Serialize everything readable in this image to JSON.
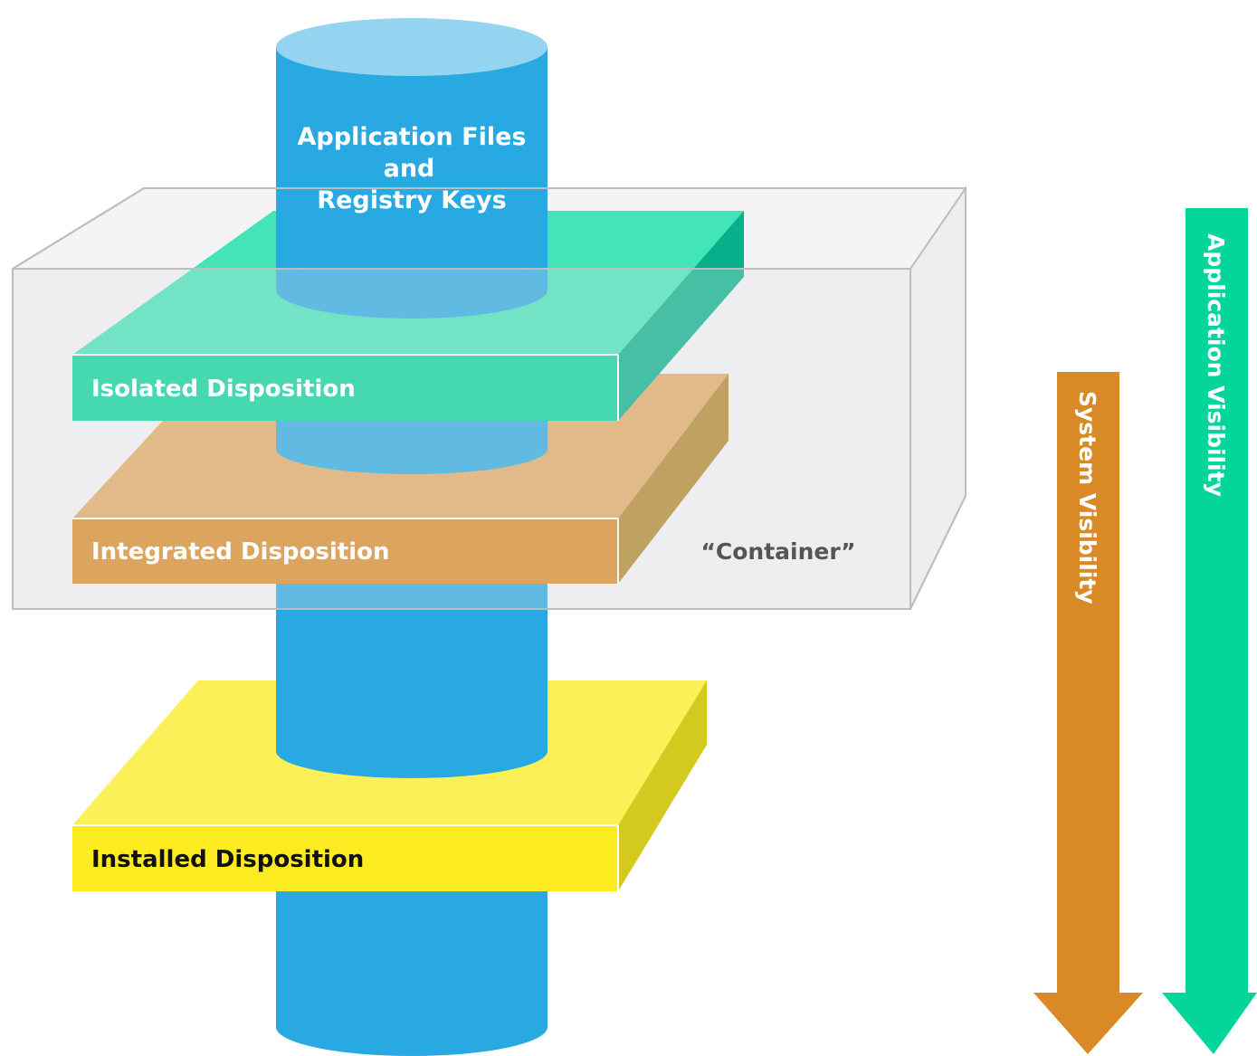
{
  "cylinder": {
    "label_lines": [
      "Application Files",
      "and",
      "Registry Keys"
    ]
  },
  "container": {
    "label": "“Container”"
  },
  "layers": {
    "isolated": {
      "label": "Isolated Disposition"
    },
    "integrated": {
      "label": "Integrated Disposition"
    },
    "installed": {
      "label": "Installed Disposition"
    }
  },
  "arrows": {
    "system": {
      "label": "System Visibility"
    },
    "application": {
      "label": "Application Visibility"
    }
  },
  "colors": {
    "cylinder": "#29a9e1",
    "cylinder_top": "#94d4f0",
    "isolated": "#04d69b",
    "integrated": "#d98a26",
    "installed": "#fbeb20",
    "container_fill": "#e9e9ea",
    "container_stroke": "#b3b3b3"
  }
}
